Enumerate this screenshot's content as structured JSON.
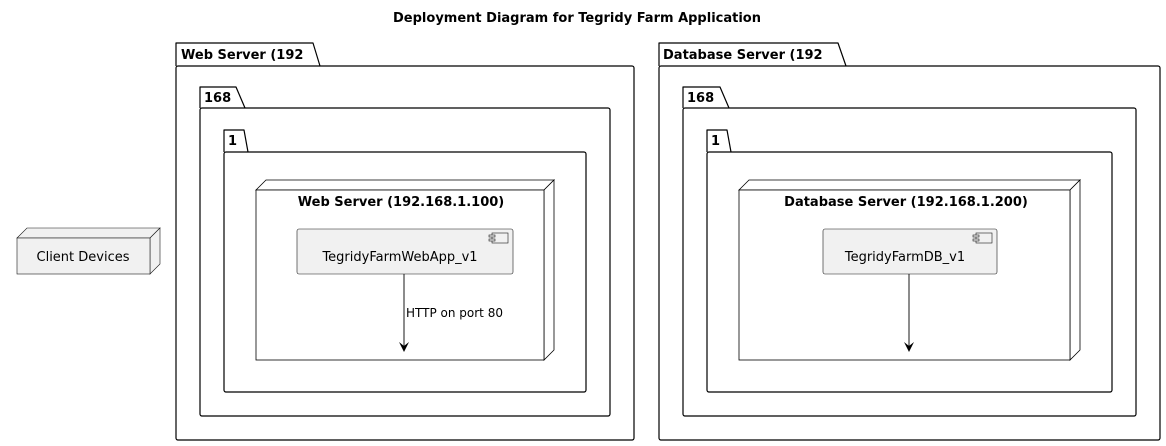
{
  "diagram": {
    "title": "Deployment Diagram for Tegridy Farm Application",
    "client": {
      "label": "Client Devices"
    },
    "web": {
      "package": "Web Server (192",
      "sub1": "168",
      "sub2": "1",
      "node": "Web Server (192.168.1.100)",
      "component": "TegridyFarmWebApp_v1",
      "edge_label": "HTTP on port 80"
    },
    "db": {
      "package": "Database Server (192",
      "sub1": "168",
      "sub2": "1",
      "node": "Database Server (192.168.1.200)",
      "component": "TegridyFarmDB_v1"
    }
  }
}
